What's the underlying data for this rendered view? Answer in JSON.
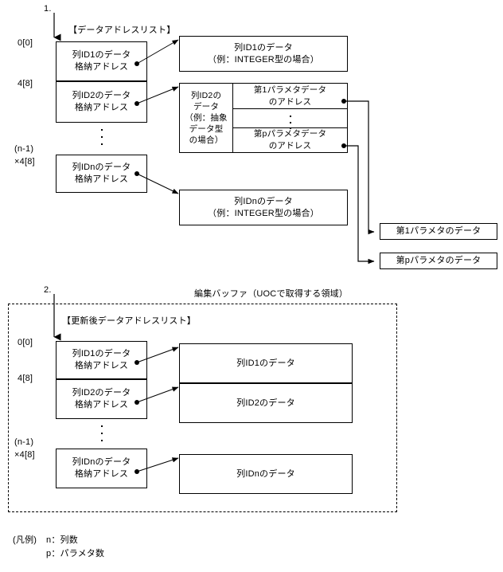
{
  "diagram": {
    "section1": {
      "step_label": "1.",
      "list_title": "【データアドレスリスト】",
      "offsets": {
        "first": "0[0]",
        "second": "4[8]",
        "last_line1": "(n-1)",
        "last_line2": "×4[8]"
      },
      "address_cells": [
        "列ID1のデータ\n格納アドレス",
        "列ID2のデータ\n格納アドレス",
        "列IDnのデータ\n格納アドレス"
      ],
      "data_boxes": [
        "列ID1のデータ\n（例：INTEGER型の場合）",
        "列IDnのデータ\n（例：INTEGER型の場合）"
      ],
      "abstract_box": {
        "left_text": "列ID2の\nデータ\n（例：抽象\nデータ型\nの場合）",
        "param_cells": [
          "第1パラメタデータ\nのアドレス",
          "",
          "第pパラメタデータ\nのアドレス"
        ]
      },
      "param_data_boxes": [
        "第1パラメタのデータ",
        "第pパラメタのデータ"
      ]
    },
    "section2": {
      "step_label": "2.",
      "region_title": "編集バッファ（UOCで取得する領域）",
      "list_title": "【更新後データアドレスリスト】",
      "offsets": {
        "first": "0[0]",
        "second": "4[8]",
        "last_line1": "(n-1)",
        "last_line2": "×4[8]"
      },
      "address_cells": [
        "列ID1のデータ\n格納アドレス",
        "列ID2のデータ\n格納アドレス",
        "列IDnのデータ\n格納アドレス"
      ],
      "data_boxes": [
        "列ID1のデータ",
        "列ID2のデータ",
        "列IDnのデータ"
      ]
    },
    "legend": {
      "title": "(凡例)",
      "line1": "n：列数",
      "line2": "p：パラメタ数"
    }
  },
  "colors": {
    "stroke": "#000000",
    "background": "#ffffff"
  }
}
